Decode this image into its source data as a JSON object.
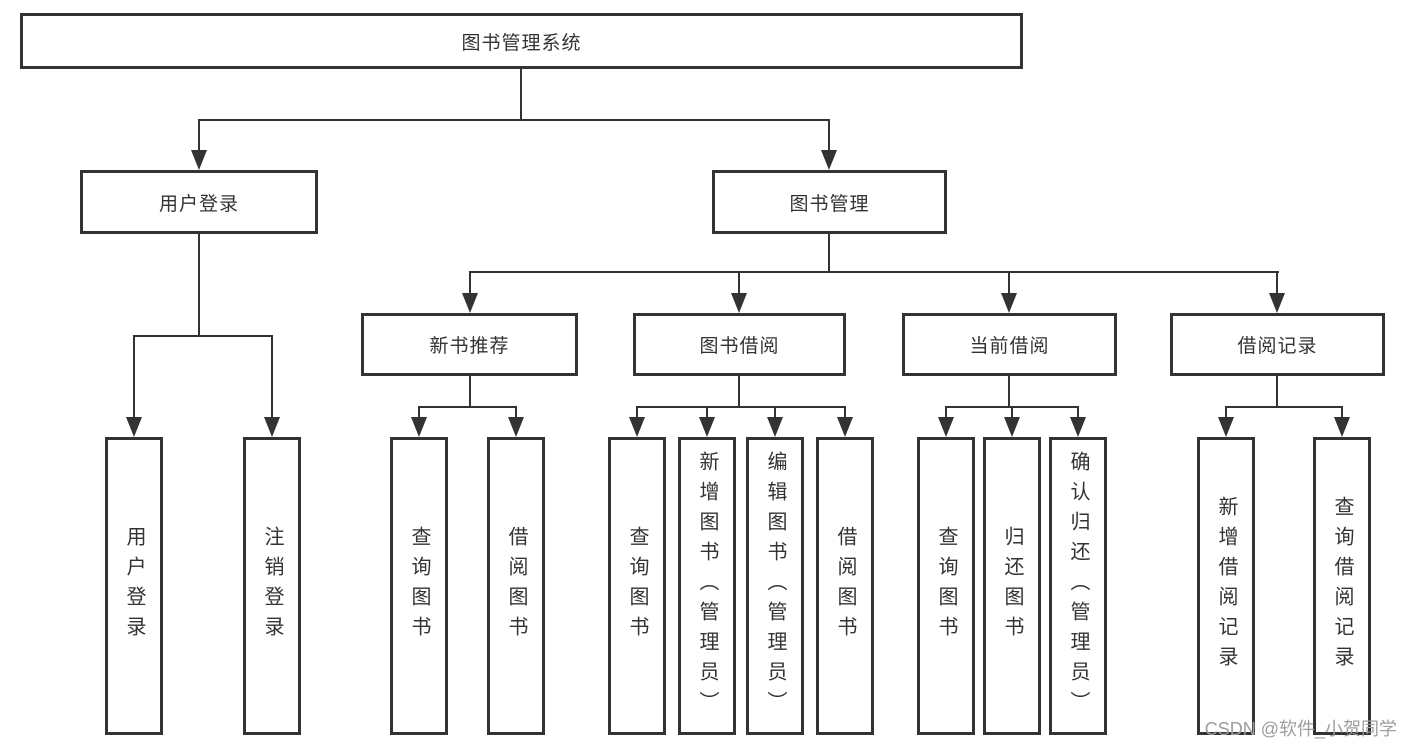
{
  "diagram": {
    "root": {
      "label": "图书管理系统",
      "children": [
        {
          "label": "用户登录",
          "children": [
            {
              "label": "用户登录"
            },
            {
              "label": "注销登录"
            }
          ]
        },
        {
          "label": "图书管理",
          "children": [
            {
              "label": "新书推荐",
              "children": [
                {
                  "label": "查询图书"
                },
                {
                  "label": "借阅图书"
                }
              ]
            },
            {
              "label": "图书借阅",
              "children": [
                {
                  "label": "查询图书"
                },
                {
                  "label": "新增图书（管理员）"
                },
                {
                  "label": "编辑图书（管理员）"
                },
                {
                  "label": "借阅图书"
                }
              ]
            },
            {
              "label": "当前借阅",
              "children": [
                {
                  "label": "查询图书"
                },
                {
                  "label": "归还图书"
                },
                {
                  "label": "确认归还（管理员）"
                }
              ]
            },
            {
              "label": "借阅记录",
              "children": [
                {
                  "label": "新增借阅记录"
                },
                {
                  "label": "查询借阅记录"
                }
              ]
            }
          ]
        }
      ]
    }
  },
  "watermark": "CSDN @软件_小贺同学",
  "colors": {
    "line": "#333333",
    "text": "#333333",
    "watermark": "#9e9e9e",
    "background": "#ffffff"
  }
}
